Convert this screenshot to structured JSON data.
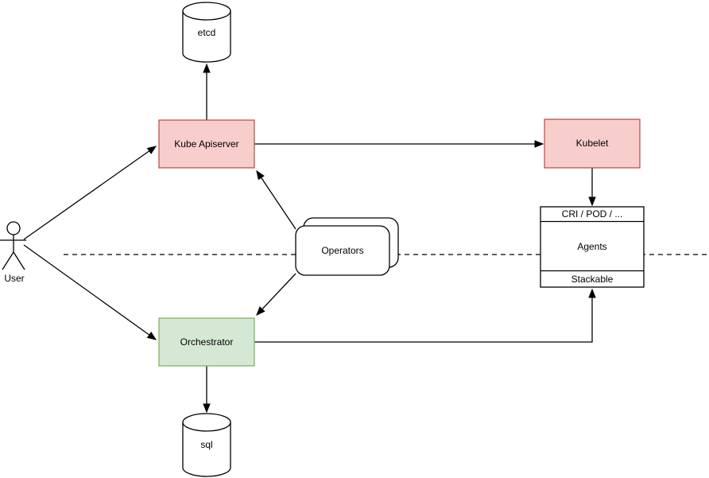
{
  "diagram": {
    "background": "#ffffff",
    "colors": {
      "red_node_fill": "#f8cecc",
      "red_node_stroke": "#b85450",
      "green_node_fill": "#d5e8d4",
      "green_node_stroke": "#82b366",
      "white_node_fill": "#ffffff",
      "line": "#000000"
    },
    "nodes": {
      "etcd": {
        "label": "etcd",
        "shape": "cylinder"
      },
      "kube_apiserver": {
        "label": "Kube Apiserver",
        "shape": "rectangle",
        "fill": "#f8cecc"
      },
      "kubelet": {
        "label": "Kubelet",
        "shape": "rectangle",
        "fill": "#f8cecc"
      },
      "agents_box": {
        "shape": "list",
        "header": "CRI / POD / ...",
        "body": "Agents",
        "footer": "Stackable"
      },
      "operators": {
        "label": "Operators",
        "shape": "stacked-rounded-rectangle"
      },
      "orchestrator": {
        "label": "Orchestrator",
        "shape": "rectangle",
        "fill": "#d5e8d4"
      },
      "sql": {
        "label": "sql",
        "shape": "cylinder"
      },
      "user": {
        "label": "User",
        "shape": "actor"
      }
    },
    "edges": [
      {
        "from": "user",
        "to": "kube_apiserver",
        "style": "solid",
        "arrow": "end"
      },
      {
        "from": "user",
        "to": "orchestrator",
        "style": "solid",
        "arrow": "end"
      },
      {
        "from": "kube_apiserver",
        "to": "etcd",
        "style": "solid",
        "arrow": "end"
      },
      {
        "from": "kube_apiserver",
        "to": "kubelet",
        "style": "solid",
        "arrow": "end"
      },
      {
        "from": "kubelet",
        "to": "agents_box",
        "style": "solid",
        "arrow": "end"
      },
      {
        "from": "operators",
        "to": "kube_apiserver",
        "style": "solid",
        "arrow": "end"
      },
      {
        "from": "operators",
        "to": "orchestrator",
        "style": "solid",
        "arrow": "end"
      },
      {
        "from": "orchestrator",
        "to": "sql",
        "style": "solid",
        "arrow": "end"
      },
      {
        "from": "orchestrator",
        "to": "agents_box_footer",
        "style": "solid",
        "arrow": "end"
      },
      {
        "type": "separator",
        "style": "dashed",
        "orientation": "horizontal"
      }
    ]
  }
}
